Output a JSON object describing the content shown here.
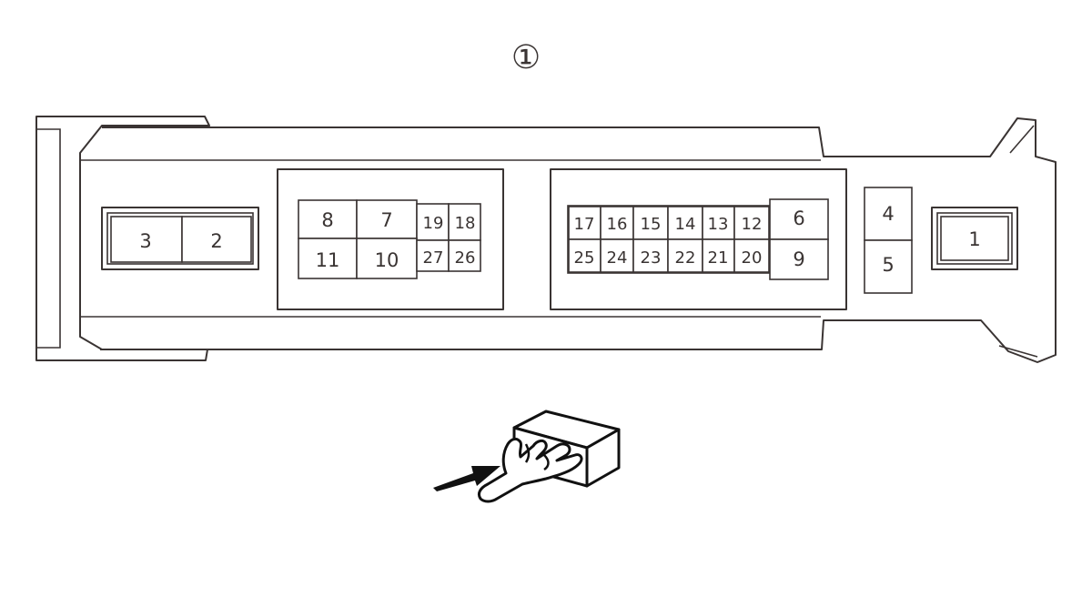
{
  "figure": {
    "label": "①"
  },
  "connector": {
    "pins": {
      "p1": "1",
      "p2": "2",
      "p3": "3",
      "p4": "4",
      "p5": "5",
      "p6": "6",
      "p7": "7",
      "p8": "8",
      "p9": "9",
      "p10": "10",
      "p11": "11",
      "p12": "12",
      "p13": "13",
      "p14": "14",
      "p15": "15",
      "p16": "16",
      "p17": "17",
      "p18": "18",
      "p19": "19",
      "p20": "20",
      "p21": "21",
      "p22": "22",
      "p23": "23",
      "p24": "24",
      "p25": "25",
      "p26": "26",
      "p27": "27"
    }
  },
  "view_indicator": {
    "icon": "hand-pushing-connector-icon",
    "arrow_icon": "arrow-right-icon"
  }
}
